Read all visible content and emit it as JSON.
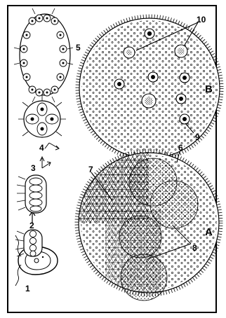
{
  "figure": {
    "labels": {
      "num_1": "1",
      "num_2": "2",
      "num_3": "3",
      "num_4": "4",
      "num_5": "5",
      "num_6": "6",
      "num_7": "7",
      "num_8": "8",
      "num_9": "9",
      "num_10": "10",
      "letter_a": "A",
      "letter_b": "B"
    },
    "colors": {
      "ink": "#000000",
      "paper": "#ffffff"
    }
  }
}
